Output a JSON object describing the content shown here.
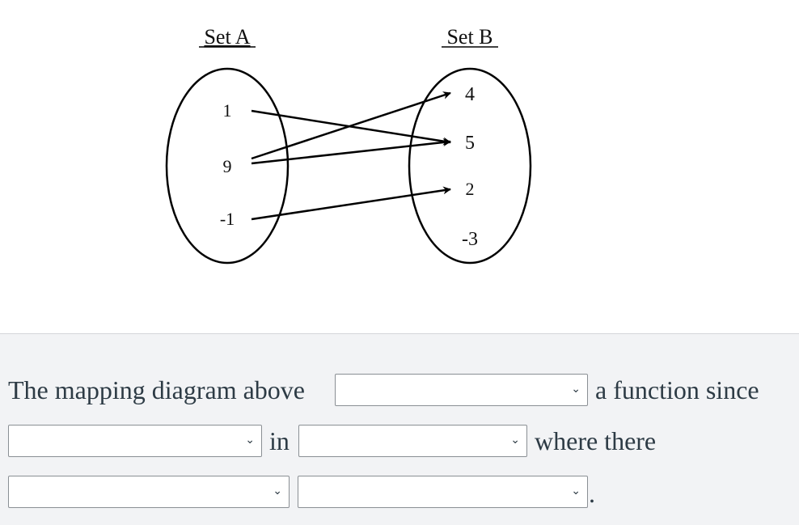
{
  "diagram": {
    "set_a": {
      "title": "Set A",
      "elements": [
        "1",
        "9",
        "-1"
      ]
    },
    "set_b": {
      "title": "Set B",
      "elements": [
        "4",
        "5",
        "2",
        "-3"
      ]
    },
    "mappings": [
      [
        "1",
        "5"
      ],
      [
        "9",
        "4"
      ],
      [
        "9",
        "5"
      ],
      [
        "-1",
        "2"
      ]
    ]
  },
  "question": {
    "text1": "The mapping diagram above",
    "text2": "a function since",
    "text3": "in",
    "text4": "where there",
    "text5": ".",
    "dropdowns": [
      "",
      "",
      "",
      "",
      ""
    ]
  }
}
